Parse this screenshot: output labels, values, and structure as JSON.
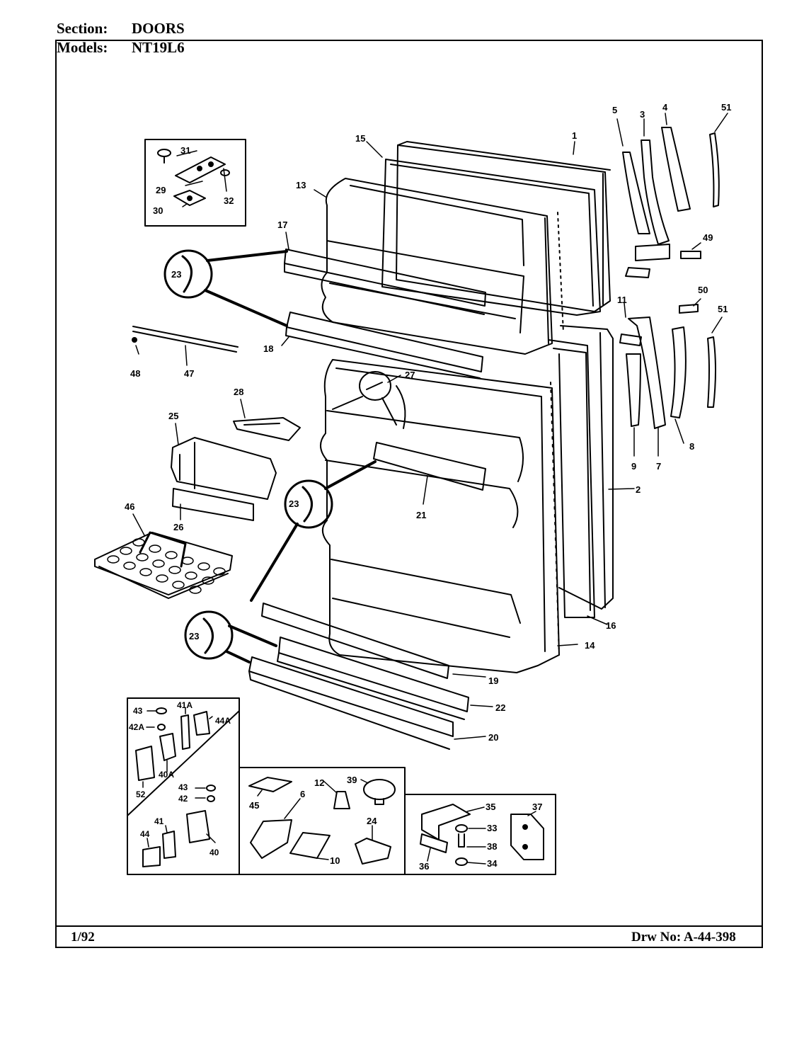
{
  "header": {
    "section_label": "Section:",
    "section_value": "DOORS",
    "models_label": "Models:",
    "models_value": "NT19L6"
  },
  "footer": {
    "date": "1/92",
    "drawing_number": "Drw No: A-44-398"
  },
  "callouts": {
    "p1": "1",
    "p2": "2",
    "p3": "3",
    "p4": "4",
    "p5": "5",
    "p6": "6",
    "p7": "7",
    "p8": "8",
    "p9": "9",
    "p10": "10",
    "p11a": "11",
    "p12": "12",
    "p13": "13",
    "p14": "14",
    "p15": "15",
    "p16": "16",
    "p17": "17",
    "p18": "18",
    "p19": "19",
    "p20": "20",
    "p21": "21",
    "p22": "22",
    "p23a": "23",
    "p23b": "23",
    "p23c": "23",
    "p24": "24",
    "p25": "25",
    "p26": "26",
    "p27": "27",
    "p28": "28",
    "p29": "29",
    "p30": "30",
    "p31": "31",
    "p32": "32",
    "p33": "33",
    "p34": "34",
    "p35": "35",
    "p36": "36",
    "p37": "37",
    "p38": "38",
    "p39": "39",
    "p40": "40",
    "p40a": "40A",
    "p41": "41",
    "p41a": "41A",
    "p42": "42",
    "p42a": "42A",
    "p43a": "43",
    "p43b": "43",
    "p44": "44",
    "p44a": "44A",
    "p45": "45",
    "p46": "46",
    "p47": "47",
    "p48": "48",
    "p49": "49",
    "p50": "50",
    "p51a": "51",
    "p51b": "51",
    "p52": "52"
  }
}
